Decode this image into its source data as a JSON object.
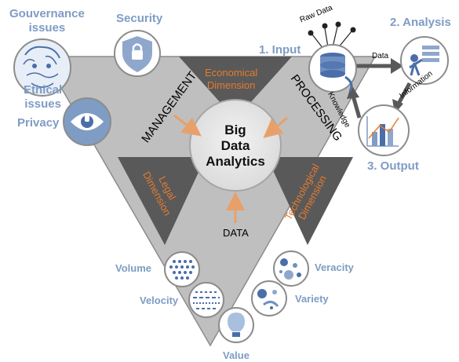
{
  "center": {
    "line1": "Big",
    "line2": "Data",
    "line3": "Analytics"
  },
  "dimensions": {
    "economical": {
      "line1": "Economical",
      "line2": "Dimension"
    },
    "legal": {
      "line1": "Legal",
      "line2": "Dimension"
    },
    "technological": {
      "line1": "Technological",
      "line2": "Dimension"
    }
  },
  "axes": {
    "management": "MANAGEMENT",
    "processing": "PROCESSING",
    "data": "DATA"
  },
  "management_items": {
    "gouvernance": {
      "line1": "Gouvernance",
      "line2": "issues"
    },
    "security": "Security",
    "ethical": {
      "line1": "Ethical",
      "line2": "issues"
    },
    "privacy": "Privacy"
  },
  "processing_items": {
    "input": "1. Input",
    "analysis": "2. Analysis",
    "output": "3. Output",
    "raw_data": "Raw Data",
    "data": "Data",
    "information": "Information",
    "knowledge": "Knowledge"
  },
  "data_items": {
    "volume": "Volume",
    "velocity": "Velocity",
    "value": "Value",
    "veracity": "Veracity",
    "variety": "Variety"
  },
  "colors": {
    "triangle_light": "#bfbfbf",
    "triangle_dark": "#595959",
    "accent_blue": "#7f9cc4",
    "accent_orange": "#e57b2e",
    "icon_blue": "#4a6ea9"
  }
}
